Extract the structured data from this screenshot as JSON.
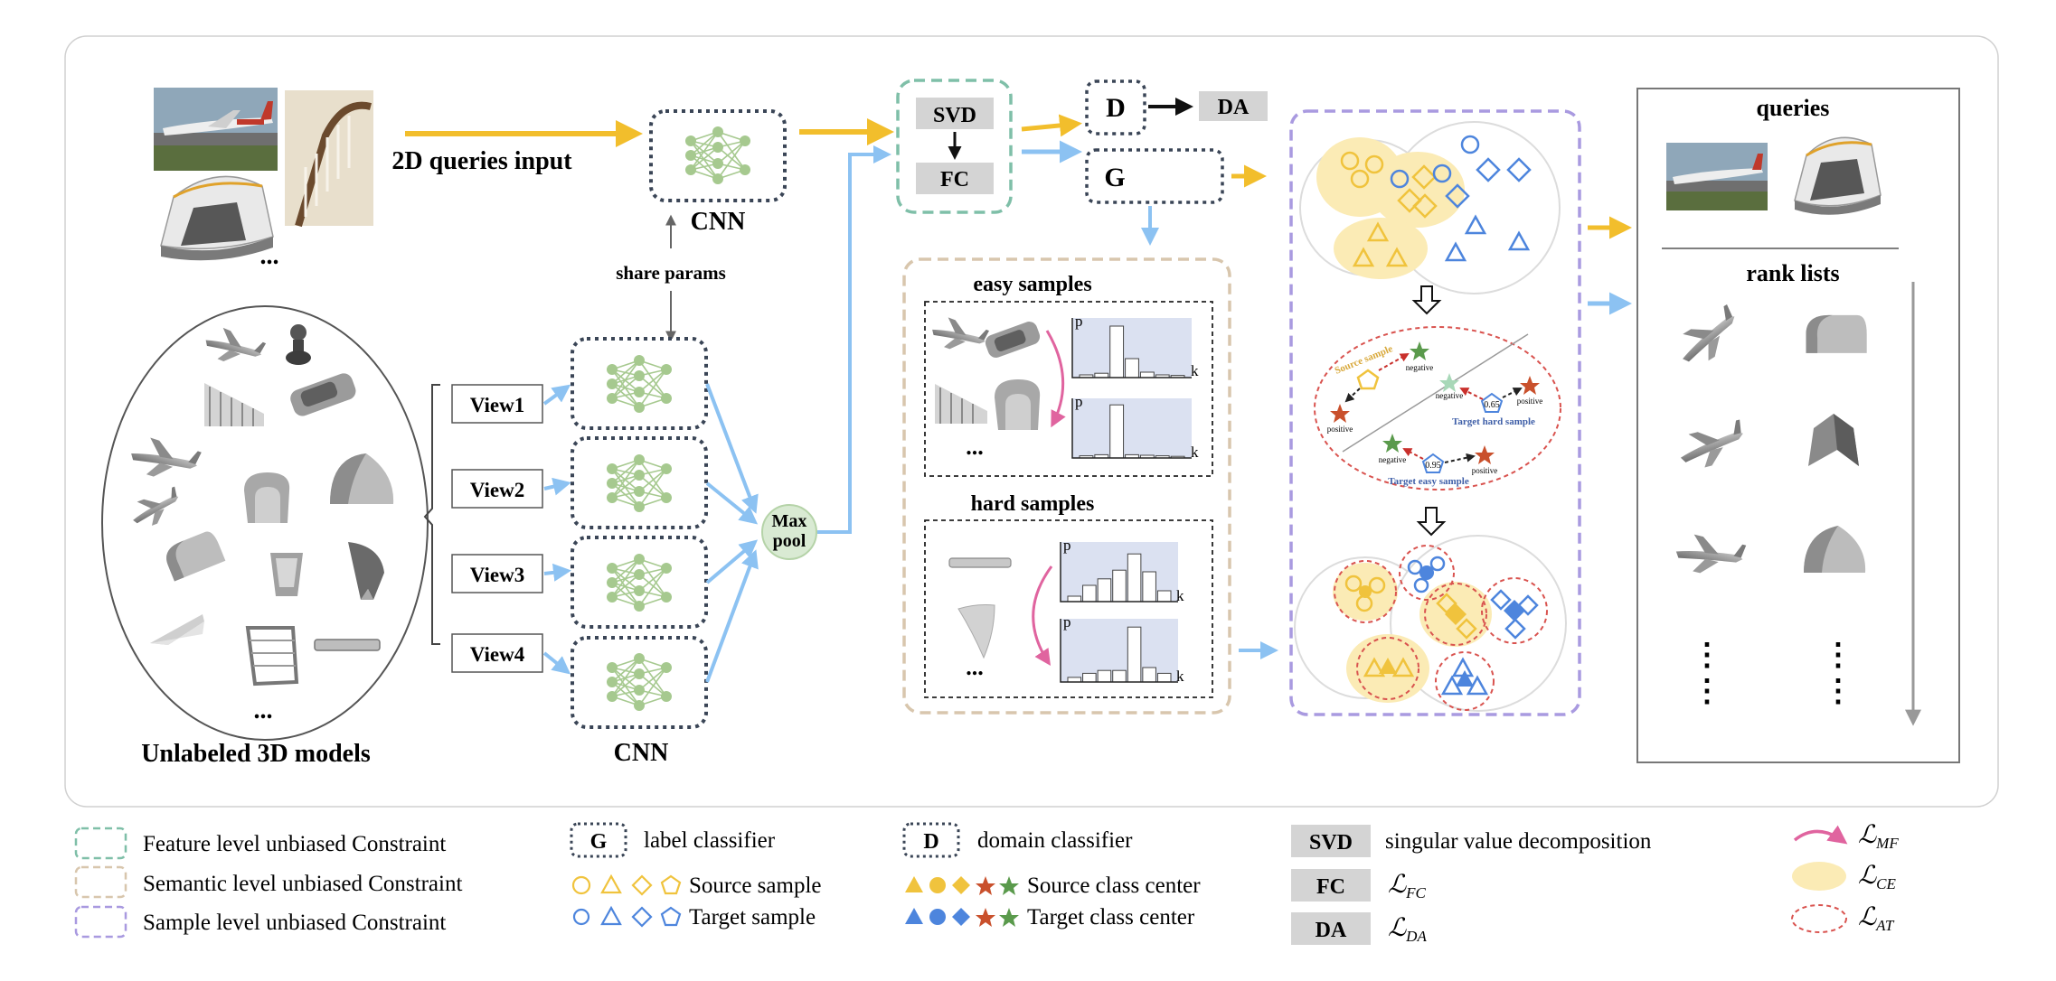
{
  "colors": {
    "gold": "#f2be2c",
    "blue": "#8cc2f2",
    "green_dash": "#7fbfa8",
    "tan_dash": "#d8c6ad",
    "purple_dash": "#a99ae0",
    "navy_dot": "#3a4556",
    "net_green": "#a6c98f",
    "hist_bg": "#dbe1f1",
    "pink": "#e0649f",
    "source_shape": "#f0c33d",
    "target_shape": "#4d85dd",
    "red_star": "#c9502c",
    "green_star": "#5a9a4c",
    "ellipse_fill": "#fbebb5",
    "red_dash": "#d9534f",
    "gray_box": "#d4d4d4"
  },
  "queries_input": {
    "label": "2D queries input",
    "more": "..."
  },
  "models": {
    "label": "Unlabeled 3D models",
    "more": "..."
  },
  "cnn_top_label": "CNN",
  "cnn_bottom_label": "CNN",
  "share_params": "share params",
  "views": [
    "View1",
    "View2",
    "View3",
    "View4"
  ],
  "maxpool": {
    "line1": "Max",
    "line2": "pool"
  },
  "svd_block": {
    "svd": "SVD",
    "fc": "FC"
  },
  "d_block": {
    "d": "D",
    "da": "DA"
  },
  "g_block": {
    "g": "G"
  },
  "easy": {
    "title": "easy samples",
    "p1": "p",
    "k1": "k",
    "p2": "p",
    "k2": "k",
    "more": "..."
  },
  "hard": {
    "title": "hard samples",
    "p1": "p",
    "k1": "k",
    "p2": "p",
    "k2": "k",
    "more": "..."
  },
  "triplet": {
    "source_sample": "Source sample",
    "negative1": "negative",
    "negative2": "negative",
    "negative3": "negative",
    "positive1": "positive",
    "positive2": "positive",
    "positive3": "positive",
    "hard_score": "0.65",
    "easy_score": "0.95",
    "target_hard": "Target hard sample",
    "target_easy": "Target easy sample"
  },
  "results": {
    "queries": "queries",
    "rank_lists": "rank lists",
    "dots": "⋮"
  },
  "histograms": {
    "easy1": [
      0.05,
      0.08,
      0.95,
      0.35,
      0.1,
      0.05,
      0.04
    ],
    "easy2": [
      0.04,
      0.06,
      0.98,
      0.06,
      0.05,
      0.04,
      0.03
    ],
    "hard1": [
      0.1,
      0.3,
      0.42,
      0.58,
      0.88,
      0.55,
      0.2
    ],
    "hard2": [
      0.08,
      0.15,
      0.2,
      0.2,
      0.95,
      0.25,
      0.15
    ]
  },
  "legend": {
    "feature": "Feature level unbiased Constraint",
    "semantic": "Semantic level unbiased Constraint",
    "sample": "Sample level unbiased Constraint",
    "g_box": "G",
    "g_text": "label classifier",
    "d_box": "D",
    "d_text": "domain classifier",
    "source_sample": "Source sample",
    "target_sample": "Target  sample",
    "source_center": "Source class center",
    "target_center": "Target  class center",
    "svd_box": "SVD",
    "svd_text": "singular value decomposition",
    "fc_box": "FC",
    "fc_text": "ℒ",
    "fc_sub": "FC",
    "da_box": "DA",
    "da_text": "ℒ",
    "da_sub": "DA",
    "mf_text": "ℒ",
    "mf_sub": "MF",
    "ce_text": "ℒ",
    "ce_sub": "CE",
    "at_text": "ℒ",
    "at_sub": "AT"
  }
}
